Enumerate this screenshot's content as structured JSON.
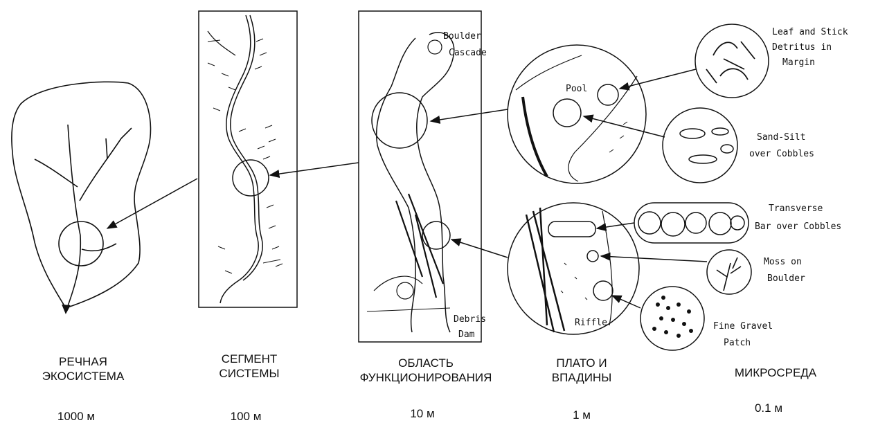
{
  "panels": [
    {
      "label_line1": "РЕЧНАЯ",
      "label_line2": "ЭКОСИСТЕМА",
      "scale": "1000 м"
    },
    {
      "label_line1": "СЕГМЕНТ",
      "label_line2": "СИСТЕМЫ",
      "scale": "100 м"
    },
    {
      "label_line1": "ОБЛАСТЬ",
      "label_line2": "ФУНКЦИОНИРОВАНИЯ",
      "scale": "10 м"
    },
    {
      "label_line1": "ПЛАТО И",
      "label_line2": "ВПАДИНЫ",
      "scale": "1 м"
    },
    {
      "label_line1": "МИКРОСРЕДА",
      "label_line2": "",
      "scale": "0.1 м"
    }
  ],
  "annotations": {
    "boulder_1": "Boulder",
    "boulder_2": "Cascade",
    "pool": "Pool",
    "riffle": "Riffle",
    "debris_1": "Debris",
    "debris_2": "Dam",
    "leaf_1": "Leaf and Stick",
    "leaf_2": "Detritus in",
    "leaf_3": "Margin",
    "sand_1": "Sand-Silt",
    "sand_2": "over Cobbles",
    "transverse_1": "Transverse",
    "transverse_2": "Bar over Cobbles",
    "moss_1": "Moss on",
    "moss_2": "Boulder",
    "gravel_1": "Fine Gravel",
    "gravel_2": "Patch"
  },
  "colors": {
    "ink": "#111111",
    "background": "#ffffff"
  }
}
